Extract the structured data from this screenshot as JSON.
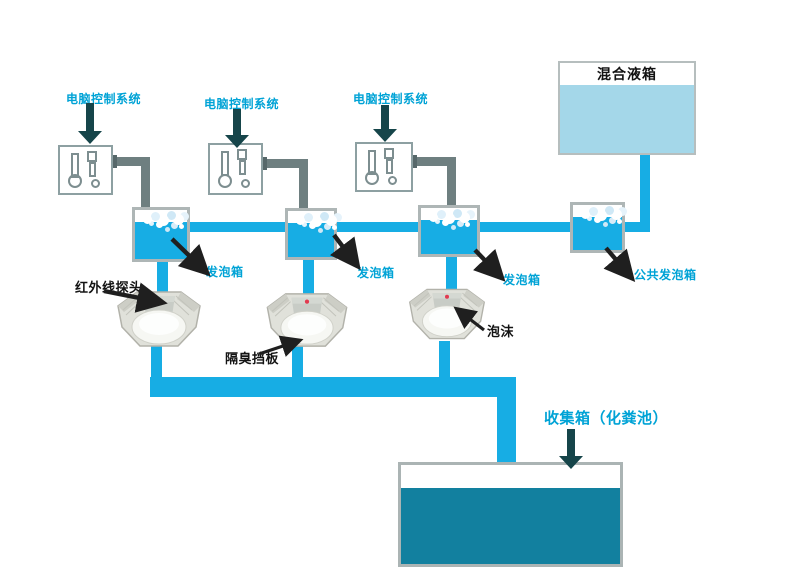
{
  "labels": {
    "control_system": "电脑控制系统",
    "mixing_tank": "混合液箱",
    "foaming_tank": "发泡箱",
    "public_foaming_tank": "公共发泡箱",
    "infrared_probe": "红外线探头",
    "odor_baffle": "隔臭挡板",
    "foam": "泡沫",
    "collection_tank": "收集箱（化粪池）"
  },
  "colors": {
    "pipe-cyan": "#17ade4",
    "tank-water": "#17ade4",
    "mix-liquid": "#a4d7e9",
    "deep-water": "#12809f",
    "label-cyan": "#00a3d6",
    "arrow-dark": "#16454a",
    "annotation-black": "#1f1f1f",
    "pipe-gray": "#6e7f80",
    "border-gray": "#aeb6b6",
    "sensor-red": "#e23a50"
  }
}
